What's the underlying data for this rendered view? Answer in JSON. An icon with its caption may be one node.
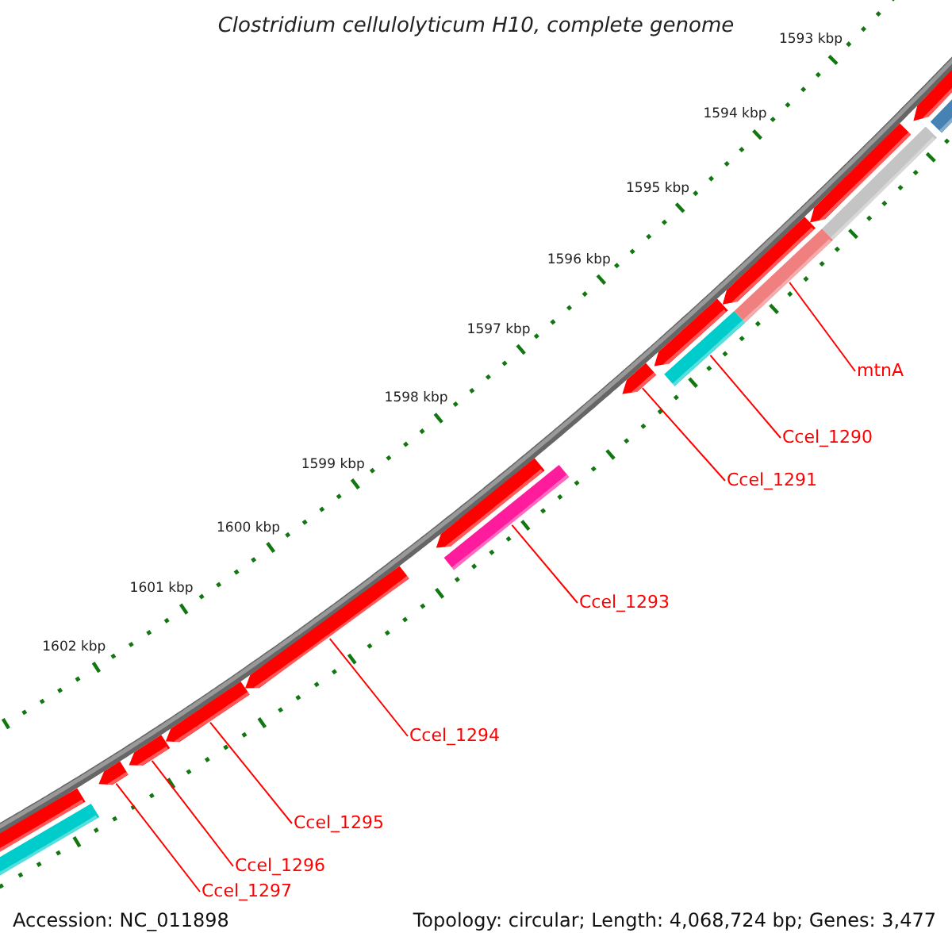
{
  "diagram": {
    "title": "Clostridium cellulolyticum H10, complete genome",
    "nodes": [
      {
        "text": [
          "mtnA"
        ]
      },
      {
        "text": [
          "Ccel_1290"
        ]
      },
      {
        "text": [
          "Ccel_1291"
        ]
      },
      {
        "text": [
          "Ccel_1293"
        ]
      },
      {
        "text": [
          "Ccel_1294"
        ]
      },
      {
        "text": [
          "Ccel_1295"
        ]
      },
      {
        "text": [
          "Ccel_1296"
        ]
      },
      {
        "text": [
          "Ccel_1297"
        ]
      },
      {
        "text": [],
        "shape": "bar"
      },
      {
        "text": [],
        "shape": "bar"
      },
      {
        "text": [],
        "shape": "bar"
      },
      {
        "text": [],
        "shape": "bar"
      },
      {
        "text": [],
        "shape": "bar"
      },
      {
        "text": [],
        "shape": "bar"
      },
      {
        "text": [],
        "shape": "bar"
      },
      {
        "text": [],
        "shape": "bar"
      }
    ],
    "edges": [
      {
        "from": 0,
        "to": 15,
        "arrow": "none"
      },
      {
        "from": 1,
        "to": 14,
        "arrow": "none"
      },
      {
        "from": 2,
        "to": 13,
        "arrow": "none"
      },
      {
        "from": 3,
        "to": 12,
        "arrow": "none"
      },
      {
        "from": 4,
        "to": 11,
        "arrow": "none"
      },
      {
        "from": 5,
        "to": 10,
        "arrow": "none"
      },
      {
        "from": 6,
        "to": 9,
        "arrow": "none"
      },
      {
        "from": 7,
        "to": 8,
        "arrow": "none"
      }
    ],
    "labels": [
      "1593 kbp",
      "1594 kbp",
      "1595 kbp",
      "1596 kbp",
      "1597 kbp",
      "1598 kbp",
      "1599 kbp",
      "1600 kbp",
      "1601 kbp",
      "1602 kbp",
      "Accession: NC_011898",
      "Topology: circular; Length: 4,068,724 bp; Genes: 3,477"
    ]
  }
}
